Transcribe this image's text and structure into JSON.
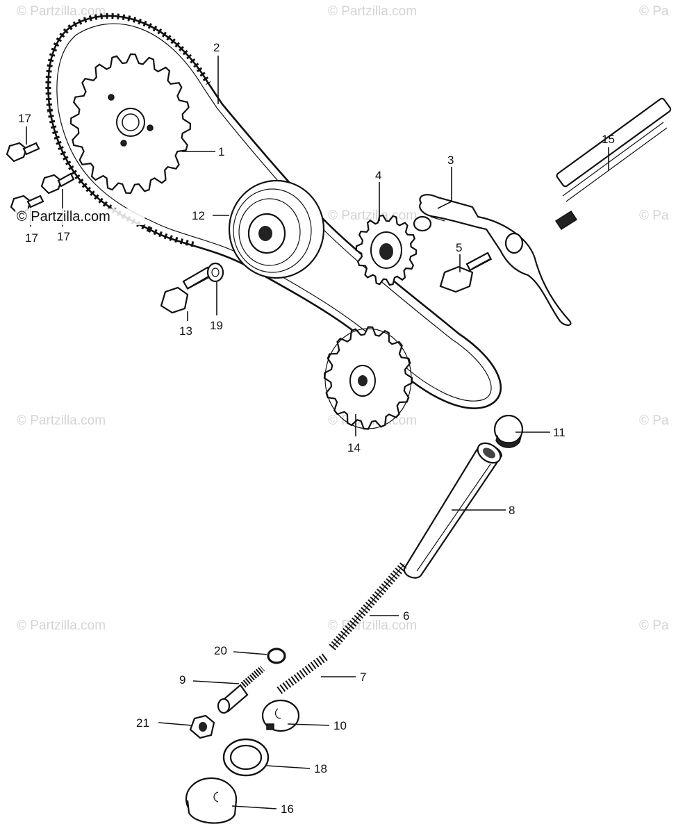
{
  "watermarks": {
    "text": "© Partzilla.com",
    "edge_text": "© Pa",
    "overlay_text": "© Partzilla.com"
  },
  "callouts": [
    {
      "id": "c1",
      "text": "1"
    },
    {
      "id": "c2",
      "text": "2"
    },
    {
      "id": "c3",
      "text": "3"
    },
    {
      "id": "c4",
      "text": "4"
    },
    {
      "id": "c5",
      "text": "5"
    },
    {
      "id": "c6",
      "text": "6"
    },
    {
      "id": "c7",
      "text": "7"
    },
    {
      "id": "c8",
      "text": "8"
    },
    {
      "id": "c9",
      "text": "9"
    },
    {
      "id": "c10",
      "text": "10"
    },
    {
      "id": "c11",
      "text": "11"
    },
    {
      "id": "c12",
      "text": "12"
    },
    {
      "id": "c13",
      "text": "13"
    },
    {
      "id": "c14",
      "text": "14"
    },
    {
      "id": "c15",
      "text": "15"
    },
    {
      "id": "c16",
      "text": "16"
    },
    {
      "id": "c17a",
      "text": "17"
    },
    {
      "id": "c17b",
      "text": "17"
    },
    {
      "id": "c17c",
      "text": "17"
    },
    {
      "id": "c18",
      "text": "18"
    },
    {
      "id": "c19",
      "text": "19"
    },
    {
      "id": "c20",
      "text": "20"
    },
    {
      "id": "c21",
      "text": "21"
    }
  ]
}
